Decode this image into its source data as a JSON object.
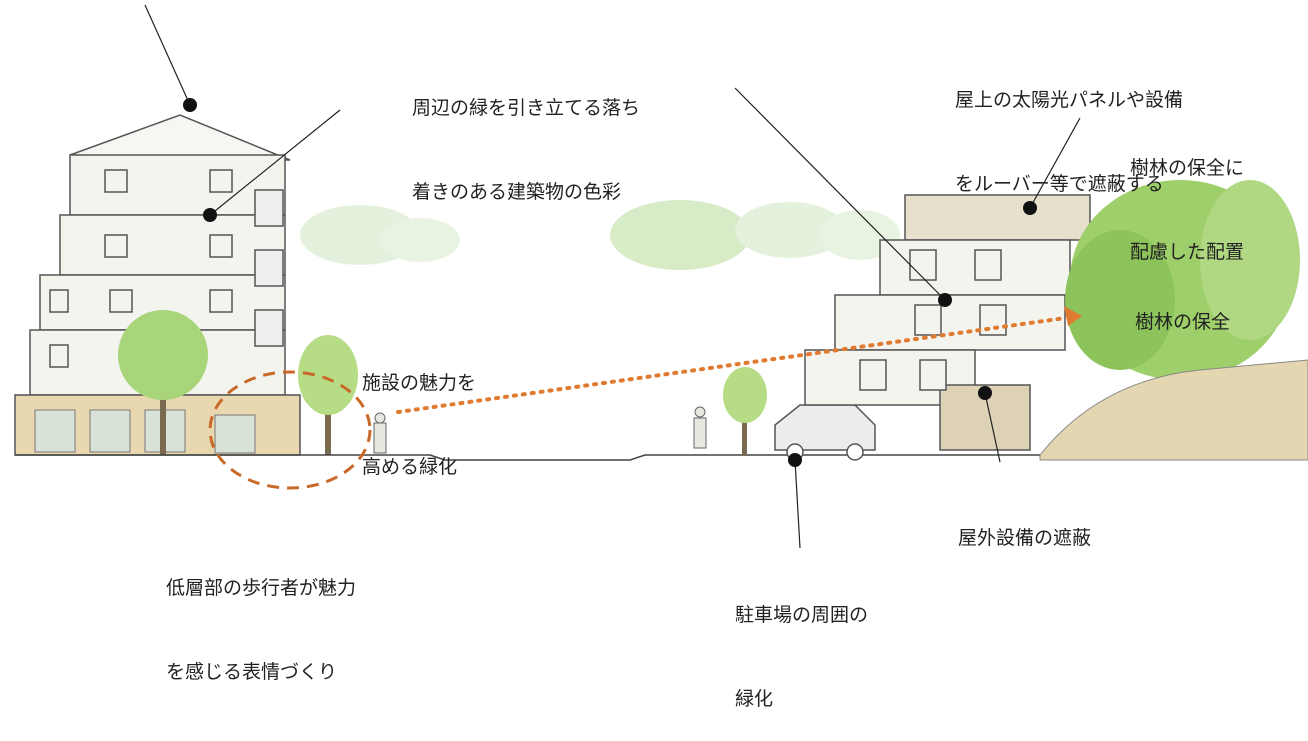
{
  "annotations": {
    "color": {
      "line1": "周辺の緑を引き立てる落ち",
      "line2": "着きのある建築物の色彩"
    },
    "rooftop": {
      "line1": "屋上の太陽光パネルや設備",
      "line2": "をルーバー等で遮蔽する"
    },
    "forest_layout": {
      "line1": "樹林の保全に",
      "line2": "配慮した配置"
    },
    "forest_preserve": "樹林の保全",
    "facility_green": {
      "line1": "施設の魅力を",
      "line2": "高める緑化"
    },
    "outdoor_equipment": "屋外設備の遮蔽",
    "pedestrian": {
      "line1": "低層部の歩行者が魅力",
      "line2": "を感じる表情づくり"
    },
    "parking": {
      "line1": "駐車場の周囲の",
      "line2": "緑化"
    }
  },
  "colors": {
    "leader_line": "#222222",
    "dashed_ellipse": "#c8692a",
    "arrow_dots": "#e07a30",
    "tree_green": "#9fcf6a",
    "building_outline": "#555555"
  }
}
